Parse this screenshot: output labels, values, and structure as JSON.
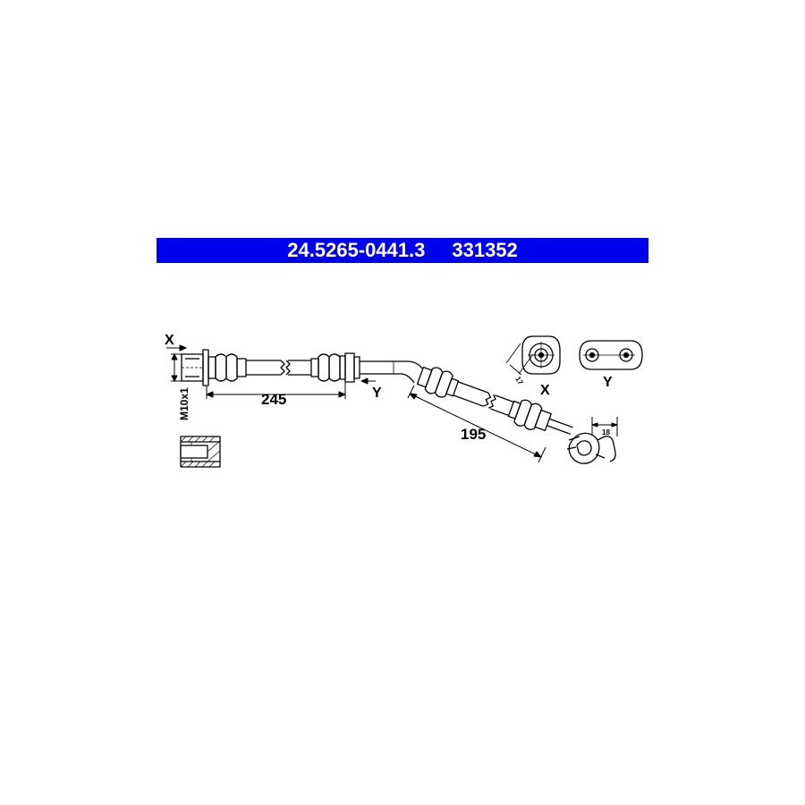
{
  "header": {
    "part_number": "24.5265-0441.3",
    "ref_number": "331352"
  },
  "labels": {
    "end_x": "X",
    "end_y": "Y",
    "thread": "M10x1",
    "dim_left": "245",
    "dim_right": "195",
    "dim_x_width": "17",
    "dim_banjo": "18",
    "view_x": "X",
    "view_y": "Y"
  },
  "colors": {
    "banner": "#0000ee",
    "banner_text": "#ffffff",
    "line": "#000000"
  }
}
